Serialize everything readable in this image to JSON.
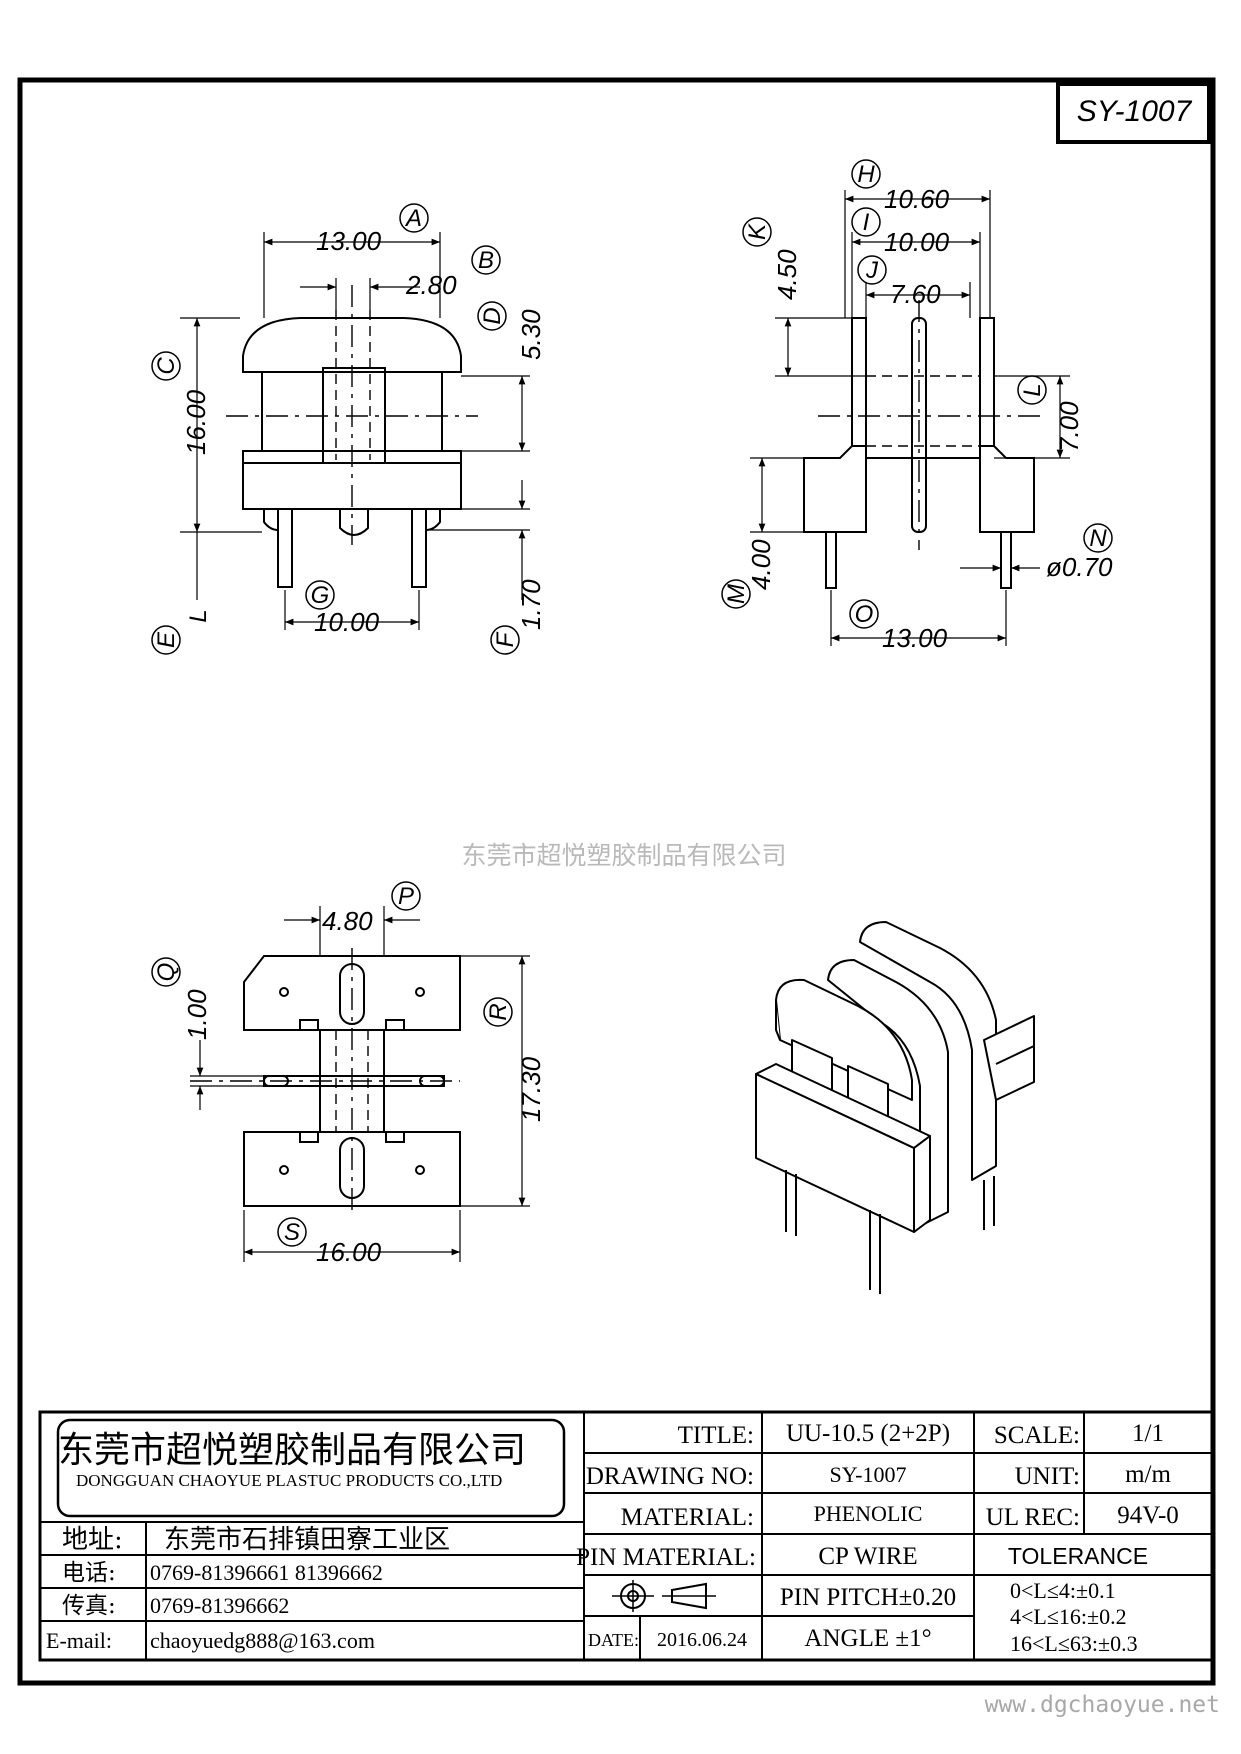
{
  "drawing": {
    "part_code": "SY-1007",
    "watermark": "东莞市超悦塑胶制品有限公司",
    "website": "www.dgchaoyue.net"
  },
  "front_view": {
    "dim_width": "13.00",
    "dim_inner": "2.80",
    "dim_height": "16.00",
    "dim_cap": "5.30",
    "dim_pitch": "10.00",
    "dim_pin": "1.70",
    "labels": {
      "a": "A",
      "b": "B",
      "c": "C",
      "d": "D",
      "e": "E",
      "f": "F",
      "g": "G",
      "l": "L"
    }
  },
  "side_view": {
    "dim_h": "10.60",
    "dim_i": "10.00",
    "dim_j": "7.60",
    "dim_k": "4.50",
    "dim_l": "7.00",
    "dim_m": "4.00",
    "dim_n": "ø0.70",
    "dim_o": "13.00",
    "labels": {
      "h": "H",
      "i": "I",
      "j": "J",
      "k": "K",
      "l": "L",
      "m": "M",
      "n": "N",
      "o": "O"
    }
  },
  "bottom_view": {
    "dim_p": "4.80",
    "dim_q": "1.00",
    "dim_r": "17.30",
    "dim_s": "16.00",
    "labels": {
      "p": "P",
      "q": "Q",
      "r": "R",
      "s": "S"
    }
  },
  "title_block": {
    "company_cn": "东莞市超悦塑胶制品有限公司",
    "company_en": "DONGGUAN CHAOYUE PLASTUC PRODUCTS CO.,LTD",
    "address_label": "地址:",
    "address_value": "东莞市石排镇田寮工业区",
    "phone_label": "电话:",
    "phone_value": "0769-81396661   81396662",
    "fax_label": "传真:",
    "fax_value": "0769-81396662",
    "email_label": "E-mail:",
    "email_value": "chaoyuedg888@163.com",
    "title_label": "TITLE:",
    "title_value": "UU-10.5 (2+2P)",
    "drawing_no_label": "DRAWING NO:",
    "drawing_no_value": "SY-1007",
    "material_label": "MATERIAL:",
    "material_value": "PHENOLIC",
    "pin_material_label": "PIN MATERIAL:",
    "pin_material_value": "CP WIRE",
    "pin_pitch": "PIN PITCH±0.20",
    "date_label": "DATE:",
    "date_value": "2016.06.24",
    "angle": "ANGLE  ±1°",
    "scale_label": "SCALE:",
    "scale_value": "1/1",
    "unit_label": "UNIT:",
    "unit_value": "m/m",
    "ul_label": "UL REC:",
    "ul_value": "94V-0",
    "tolerance_label": "TOLERANCE",
    "tolerances": [
      "0<L≤4:±0.1",
      "4<L≤16:±0.2",
      "16<L≤63:±0.3"
    ]
  }
}
